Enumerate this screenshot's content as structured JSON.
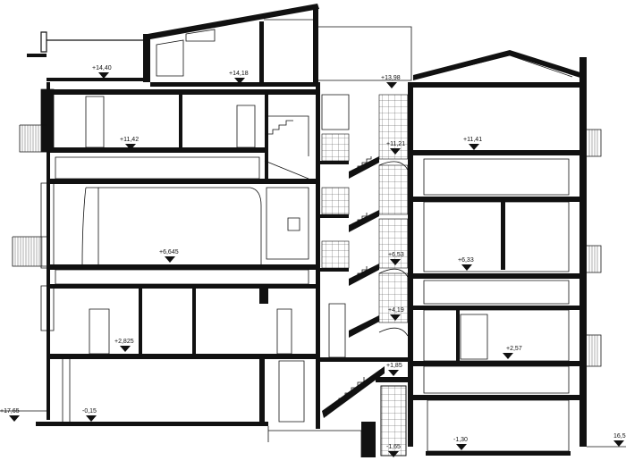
{
  "levels": [
    {
      "id": "l1",
      "text": "+14,40"
    },
    {
      "id": "l2",
      "text": "+14,18"
    },
    {
      "id": "l3",
      "text": "+13,98"
    },
    {
      "id": "l4",
      "text": "+11,42"
    },
    {
      "id": "l5",
      "text": "+11,21"
    },
    {
      "id": "l6",
      "text": "+11,41"
    },
    {
      "id": "l7",
      "text": "+6,645"
    },
    {
      "id": "l8",
      "text": "+6,53"
    },
    {
      "id": "l9",
      "text": "+6,33"
    },
    {
      "id": "l10",
      "text": "+4,19"
    },
    {
      "id": "l11",
      "text": "+2,825"
    },
    {
      "id": "l12",
      "text": "+2,57"
    },
    {
      "id": "l13",
      "text": "+1,85"
    },
    {
      "id": "l14",
      "text": "+17,65"
    },
    {
      "id": "l15",
      "text": "-0,15"
    },
    {
      "id": "l16",
      "text": "-1,65"
    },
    {
      "id": "l17",
      "text": "-1,30"
    },
    {
      "id": "l18",
      "text": "16,5"
    }
  ]
}
